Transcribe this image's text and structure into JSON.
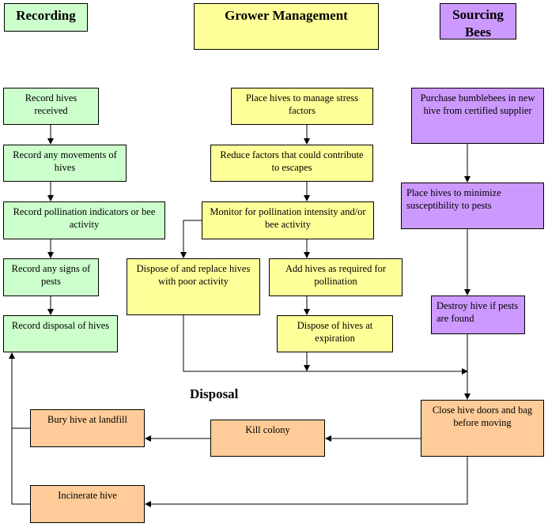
{
  "headers": {
    "recording": "Recording",
    "grower": "Grower Management",
    "sourcing": "Sourcing Bees"
  },
  "recording": {
    "r1": "Record hives received",
    "r2": "Record any movements of hives",
    "r3": "Record pollination indicators or bee activity",
    "r4": "Record any signs of pests",
    "r5": "Record disposal of hives"
  },
  "grower": {
    "g1": "Place hives to manage stress factors",
    "g2": "Reduce factors that could contribute to escapes",
    "g3": "Monitor for pollination intensity and/or bee activity",
    "g4": "Dispose of and replace hives with poor activity",
    "g5": "Add hives as required for pollination",
    "g6": "Dispose of hives at expiration"
  },
  "sourcing": {
    "s1": "Purchase bumblebees in new hive from certified supplier",
    "s2": "Place hives to minimize susceptibility to pests",
    "s3": "Destroy hive if pests are found"
  },
  "disposal": {
    "title": "Disposal",
    "d1": "Close hive doors and bag before moving",
    "d2": "Kill colony",
    "d3": "Bury hive at landfill",
    "d4": "Incinerate hive"
  },
  "colors": {
    "recording": "#ccffcc",
    "grower": "#ffff99",
    "sourcing": "#cc99ff",
    "disposal": "#ffcc99"
  }
}
